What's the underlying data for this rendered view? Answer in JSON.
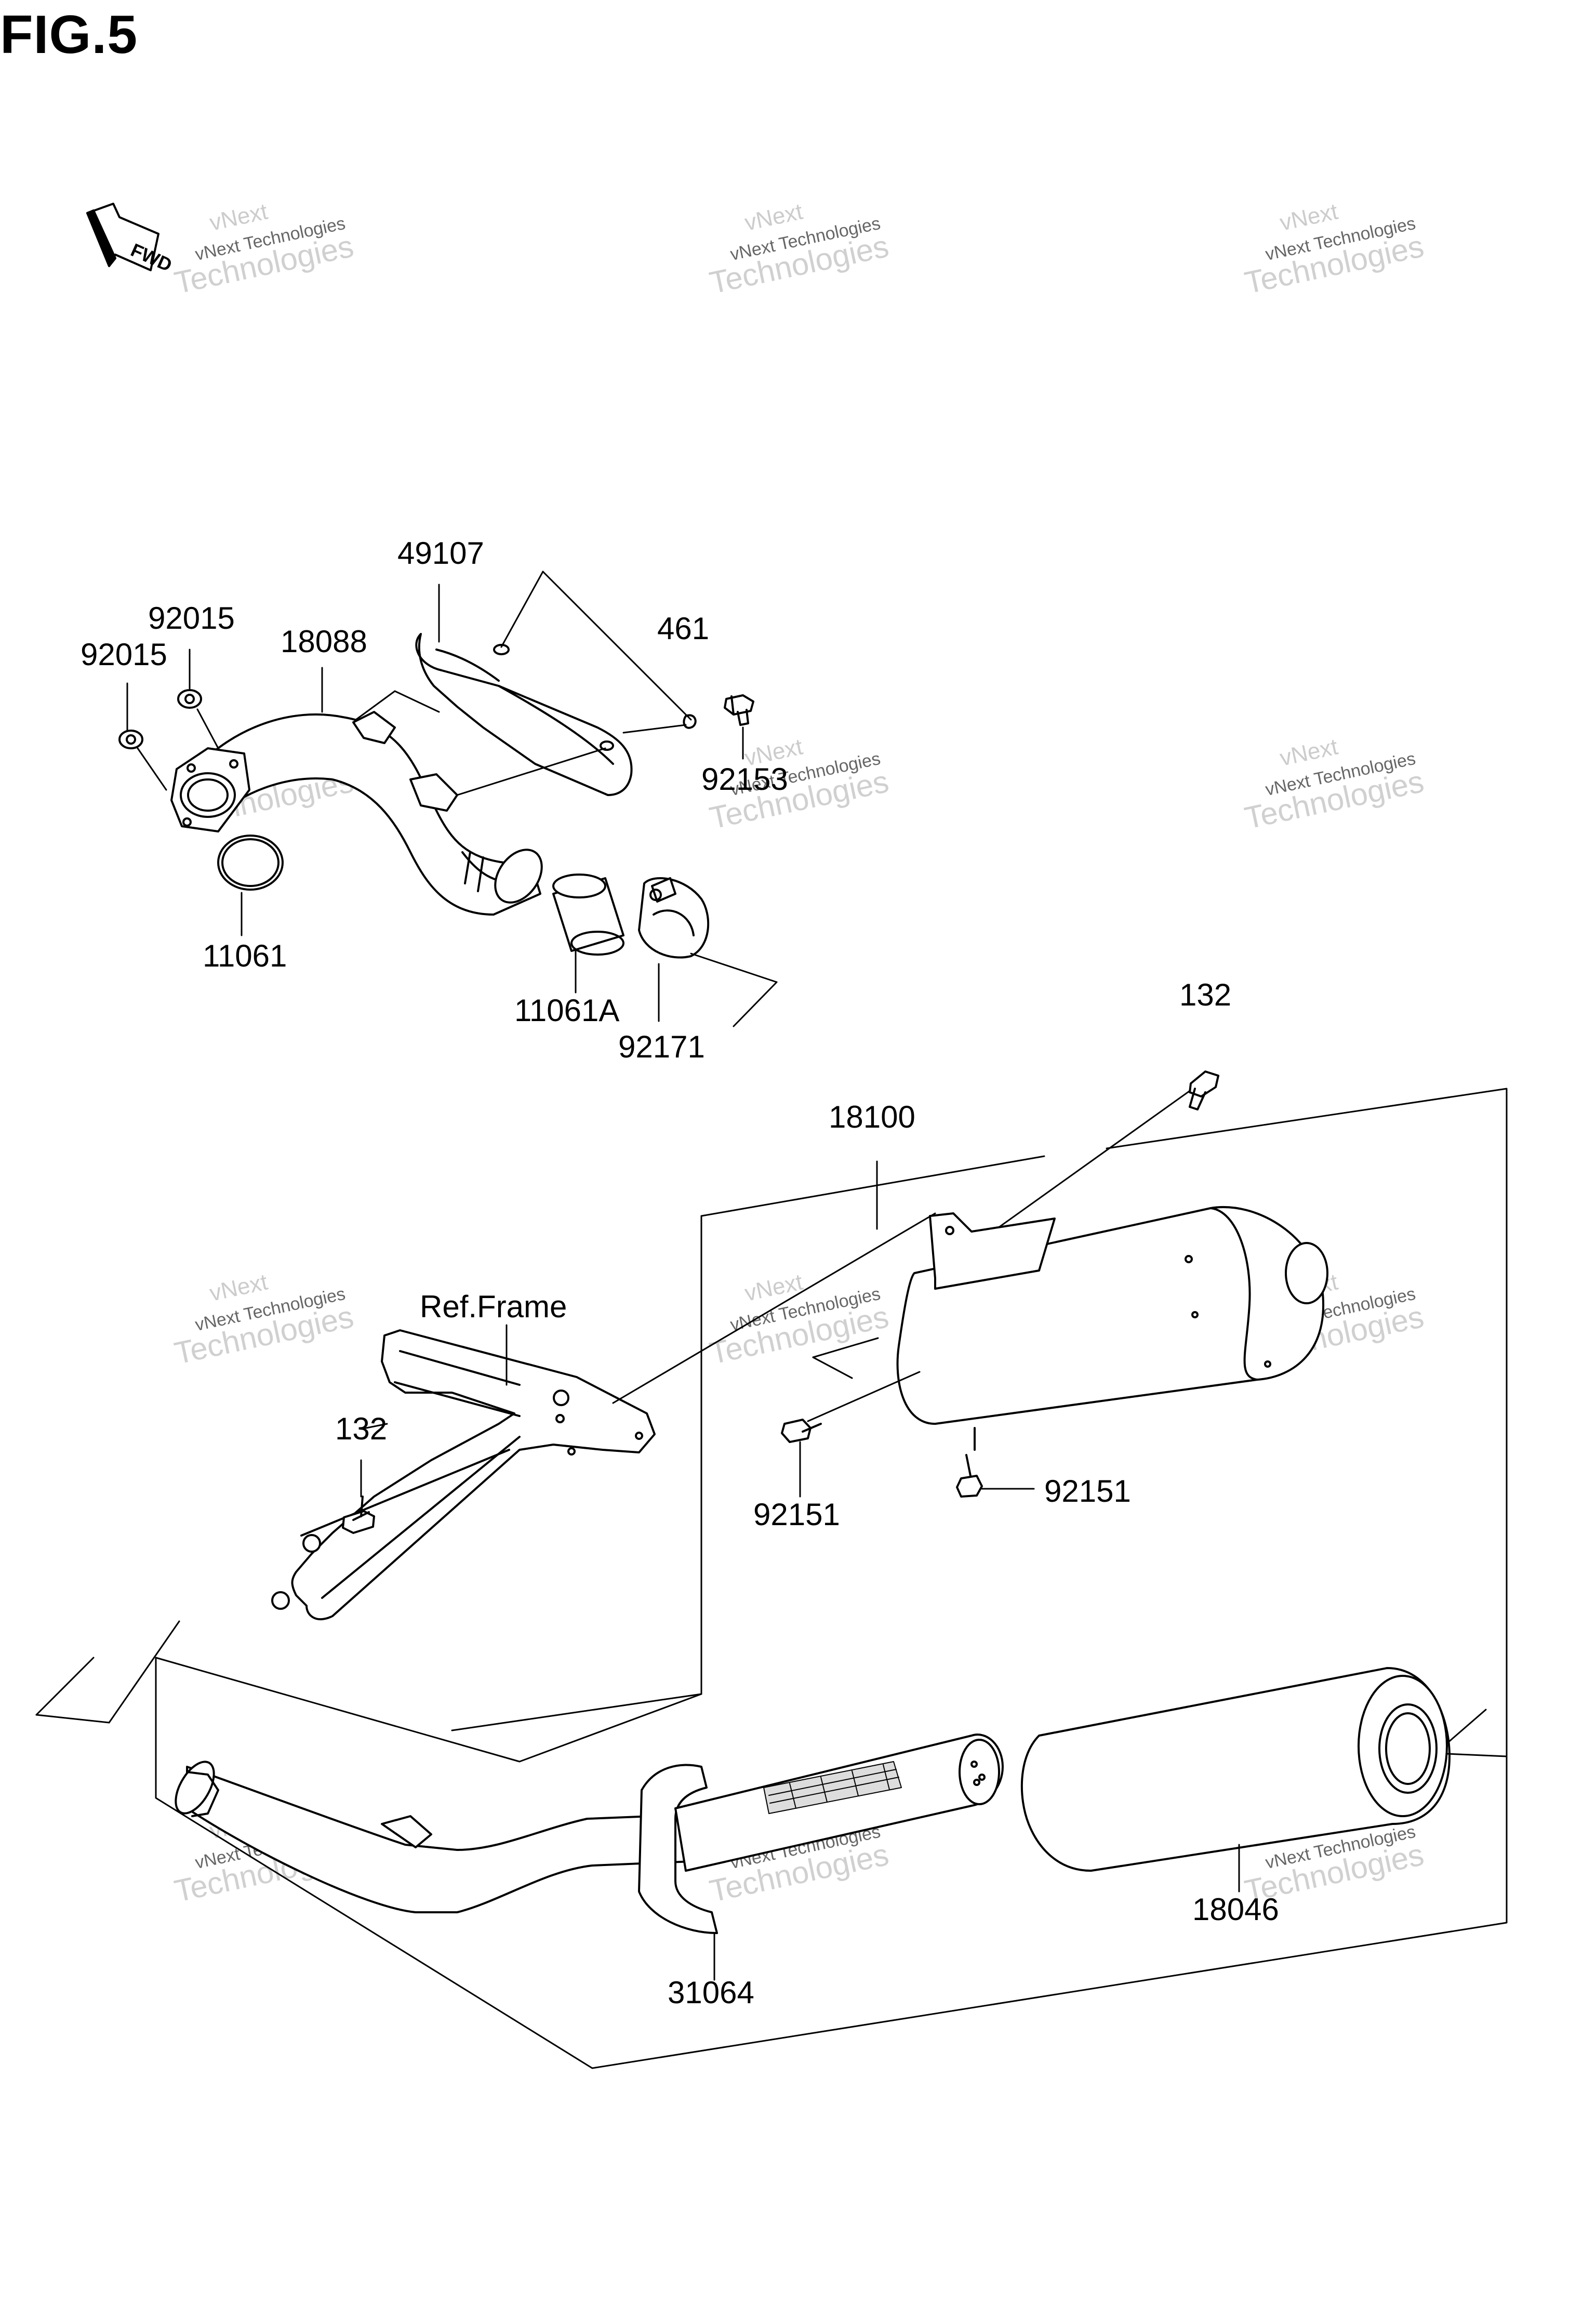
{
  "figure": {
    "title": "FIG.5"
  },
  "fwd_label": "FWD",
  "watermark": {
    "line1": "vNext",
    "line2": "vNext Technologies",
    "line3": "Technologies"
  },
  "parts": {
    "p49107": "49107",
    "p92015a": "92015",
    "p92015b": "92015",
    "p18088": "18088",
    "p461": "461",
    "p92153": "92153",
    "p11061": "11061",
    "p11061A": "11061A",
    "p92171": "92171",
    "p132_top": "132",
    "p18100": "18100",
    "ref_frame": "Ref.Frame",
    "p132_frame": "132",
    "p92151_left": "92151",
    "p92151_right": "92151",
    "p31064": "31064",
    "p18046": "18046"
  }
}
